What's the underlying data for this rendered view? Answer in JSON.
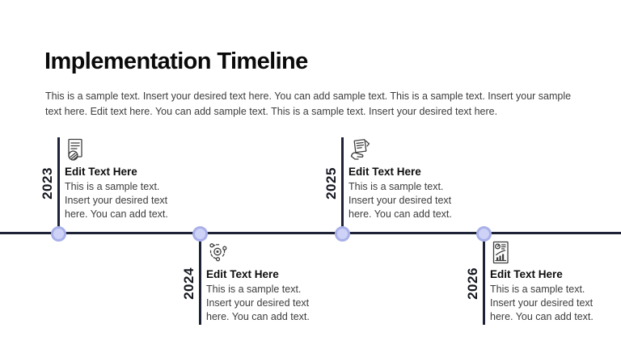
{
  "slide": {
    "title": "Implementation Timeline",
    "subtitle": "This is a sample text. Insert your desired text here. You can add sample text. This is a sample text. Insert your sample text here. Edit text here. You can add sample text. This is a sample text. Insert your desired text here."
  },
  "colors": {
    "timeline_line": "#1d2236",
    "marker_fill": "#cdd2f6",
    "marker_ring": "#a9b0e9",
    "title_text": "#0a0a0a",
    "body_text": "#3c3c3c"
  },
  "milestones": [
    {
      "year": "2023",
      "position": "above",
      "icon": "document-signature-icon",
      "heading": "Edit Text Here",
      "body": "This is a sample text. Insert your desired text here. You can add text."
    },
    {
      "year": "2024",
      "position": "below",
      "icon": "process-network-icon",
      "heading": "Edit Text Here",
      "body": "This is a sample text. Insert your desired text here. You can add text."
    },
    {
      "year": "2025",
      "position": "above",
      "icon": "hand-document-icon",
      "heading": "Edit Text Here",
      "body": "This is a sample text. Insert your desired text here. You can add text."
    },
    {
      "year": "2026",
      "position": "below",
      "icon": "report-chart-icon",
      "heading": "Edit Text Here",
      "body": "This is a sample text. Insert your desired text here. You can add text."
    }
  ]
}
